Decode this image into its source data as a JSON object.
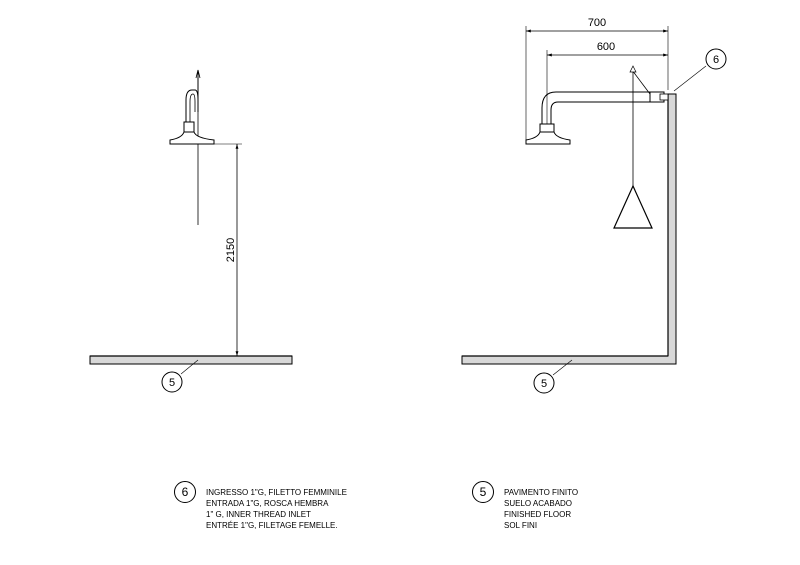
{
  "dimensions": {
    "height": "2150",
    "outer_width": "700",
    "inner_width": "600"
  },
  "callouts": {
    "floor_left": "5",
    "floor_right": "5",
    "inlet": "6"
  },
  "legend": {
    "inlet": {
      "number": "6",
      "lines": [
        "INGRESSO 1\"G, FILETTO FEMMINILE",
        "ENTRADA 1\"G, ROSCA HEMBRA",
        "1\" G, INNER THREAD INLET",
        "ENTRÉE 1\"G, FILETAGE FEMELLE."
      ]
    },
    "floor": {
      "number": "5",
      "lines": [
        "PAVIMENTO FINITO",
        "SUELO ACABADO",
        "FINISHED FLOOR",
        "SOL FINI"
      ]
    }
  }
}
